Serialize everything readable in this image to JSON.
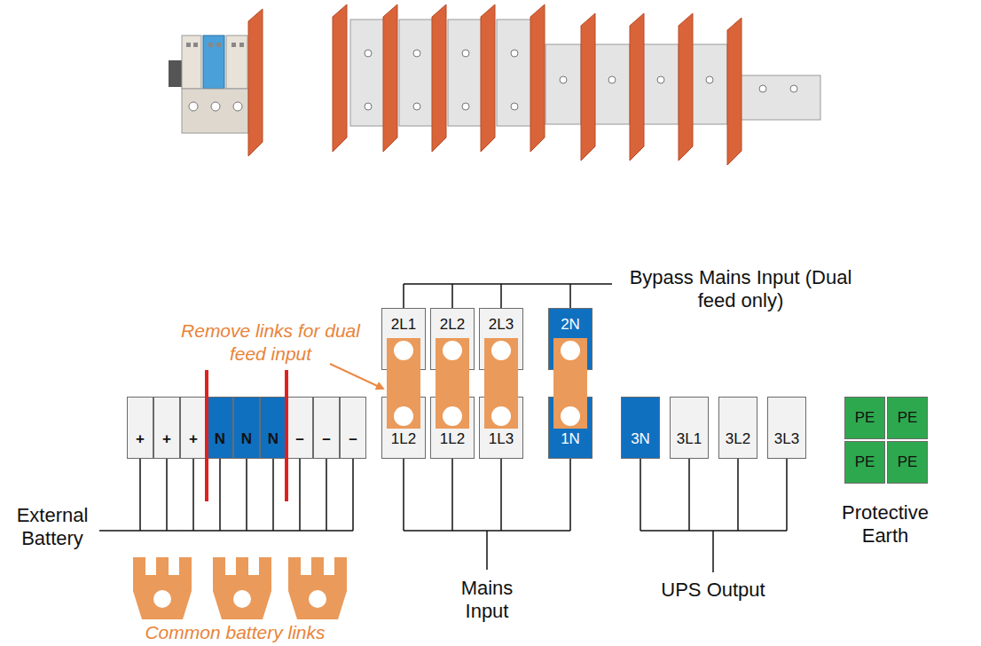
{
  "diagram": {
    "nodes": [
      {
        "text": [
          "2L1"
        ]
      },
      {
        "text": [
          "2L2"
        ]
      },
      {
        "text": [
          "2L3"
        ]
      },
      {
        "text": [
          "2N"
        ]
      },
      {
        "text": [
          "+"
        ]
      },
      {
        "text": [
          "+"
        ]
      },
      {
        "text": [
          "+"
        ]
      },
      {
        "text": [
          "N"
        ]
      },
      {
        "text": [
          "N"
        ]
      },
      {
        "text": [
          "N"
        ]
      },
      {
        "text": [
          "–"
        ]
      },
      {
        "text": [
          "–"
        ]
      },
      {
        "text": [
          "–"
        ]
      },
      {
        "text": [
          "1L2"
        ]
      },
      {
        "text": [
          "1L2"
        ]
      },
      {
        "text": [
          "1L3"
        ]
      },
      {
        "text": [
          "1N"
        ]
      },
      {
        "text": [
          "3N"
        ]
      },
      {
        "text": [
          "3L1"
        ]
      },
      {
        "text": [
          "3L2"
        ]
      },
      {
        "text": [
          "3L3"
        ]
      },
      {
        "text": [
          "PE"
        ]
      },
      {
        "text": [
          "PE"
        ]
      },
      {
        "text": [
          "PE"
        ]
      },
      {
        "text": [
          "PE"
        ]
      }
    ],
    "edges": [
      {
        "from": 0,
        "to": 13,
        "arrow": "none"
      },
      {
        "from": 1,
        "to": 14,
        "arrow": "none"
      },
      {
        "from": 2,
        "to": 15,
        "arrow": "none"
      },
      {
        "from": 3,
        "to": 16,
        "arrow": "none"
      }
    ],
    "labels": [
      "Bypass Mains Input (Dual feed only)",
      "Remove links for dual feed input",
      "External Battery",
      "Mains Input",
      "Common battery links",
      "UPS Output",
      "Protective Earth"
    ]
  }
}
